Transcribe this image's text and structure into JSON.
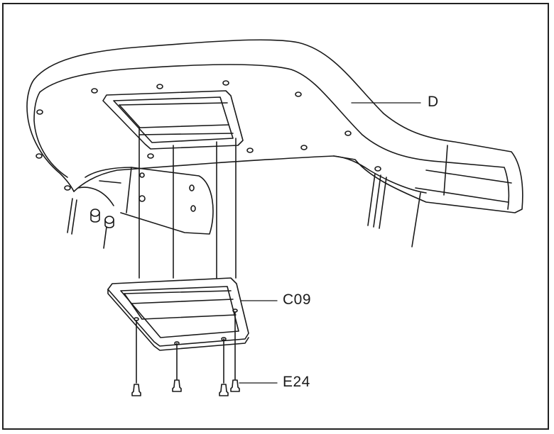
{
  "labels": {
    "part_d": "D",
    "part_c09": "C09",
    "part_e24": "E24"
  },
  "colors": {
    "line": "#1a1a1a",
    "background": "#ffffff"
  }
}
